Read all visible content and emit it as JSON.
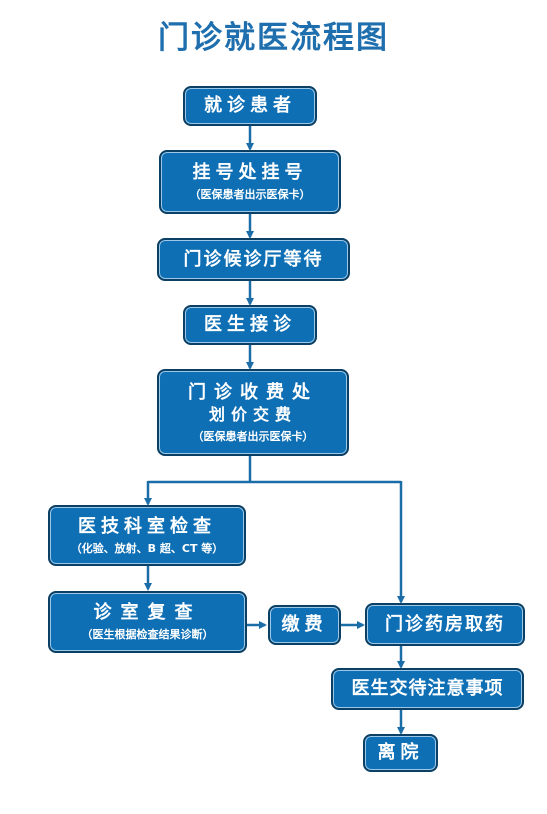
{
  "title": "门诊就医流程图",
  "colors": {
    "box_fill": "#0e6fb5",
    "box_border": "#0b3f63",
    "arrow": "#1b6da8",
    "title": "#1f6fae"
  },
  "steps": {
    "patient": {
      "label": "就诊患者"
    },
    "register": {
      "label": "挂号处挂号",
      "note": "（医保患者出示医保卡）"
    },
    "waiting": {
      "label": "门诊候诊厅等待"
    },
    "doctor": {
      "label": "医生接诊"
    },
    "cashier": {
      "label": "门诊收费处",
      "label2": "划价交费",
      "note": "（医保患者出示医保卡）"
    },
    "tech_exam": {
      "label": "医技科室检查",
      "note": "（化验、放射、B 超、CT 等）"
    },
    "recheck": {
      "label": "诊室复查",
      "note": "（医生根据检查结果诊断）"
    },
    "pay": {
      "label": "缴费"
    },
    "pharmacy": {
      "label": "门诊药房取药"
    },
    "instructions": {
      "label": "医生交待注意事项"
    },
    "discharge": {
      "label": "离院"
    }
  }
}
